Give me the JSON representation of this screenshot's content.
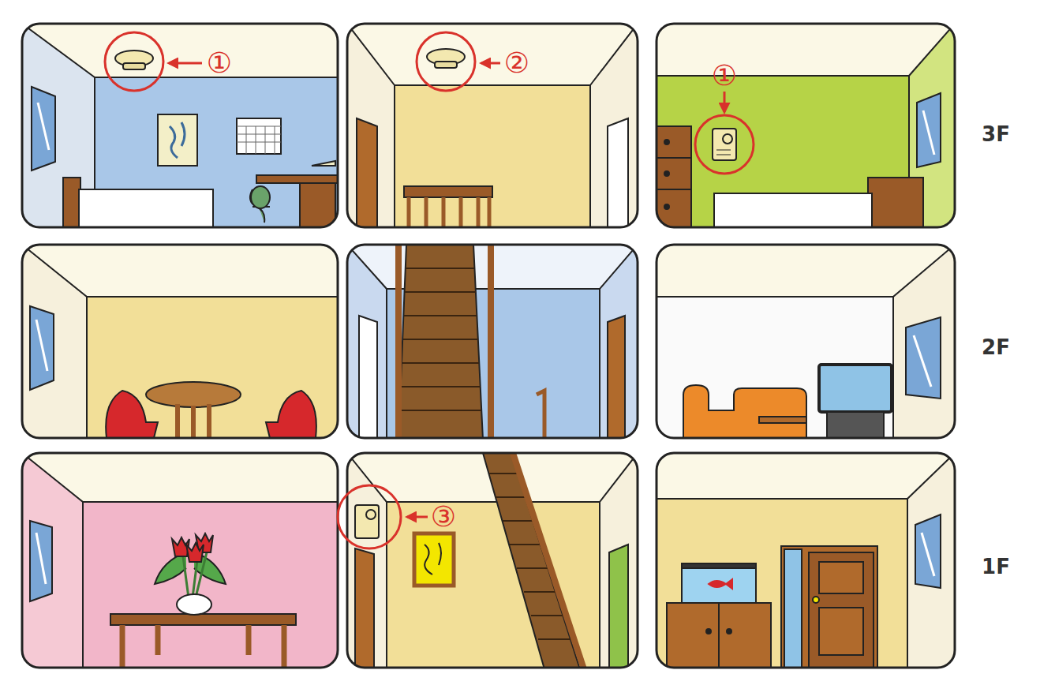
{
  "diagram": {
    "labels": [
      "①",
      "②",
      "①",
      "3F",
      "2F",
      "③",
      "1F"
    ]
  }
}
